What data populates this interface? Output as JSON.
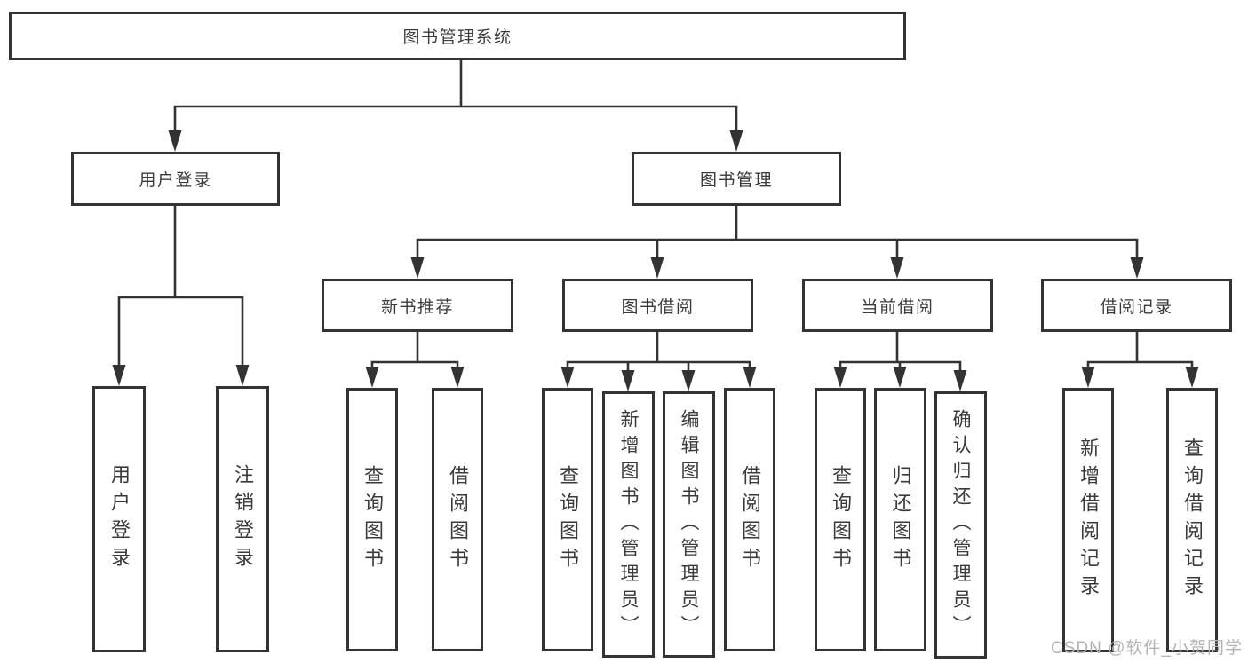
{
  "diagram": {
    "root": {
      "label": "图书管理系统"
    },
    "branches": [
      {
        "label": "用户登录",
        "leaves": [
          {
            "label": "用户登录"
          },
          {
            "label": "注销登录"
          }
        ]
      },
      {
        "label": "图书管理",
        "groups": [
          {
            "label": "新书推荐",
            "leaves": [
              {
                "label": "查询图书"
              },
              {
                "label": "借阅图书"
              }
            ]
          },
          {
            "label": "图书借阅",
            "leaves": [
              {
                "label": "查询图书"
              },
              {
                "label": "新增图书（管理员）"
              },
              {
                "label": "编辑图书（管理员）"
              },
              {
                "label": "借阅图书"
              }
            ]
          },
          {
            "label": "当前借阅",
            "leaves": [
              {
                "label": "查询图书"
              },
              {
                "label": "归还图书"
              },
              {
                "label": "确认归还（管理员）"
              }
            ]
          },
          {
            "label": "借阅记录",
            "leaves": [
              {
                "label": "新增借阅记录"
              },
              {
                "label": "查询借阅记录"
              }
            ]
          }
        ]
      }
    ]
  },
  "watermark": {
    "text": "CSDN @软件_小贺同学"
  },
  "colors": {
    "line": "#333333",
    "text": "#3a3a3a",
    "background": "#ffffff",
    "watermark": "#b3b3b3"
  }
}
